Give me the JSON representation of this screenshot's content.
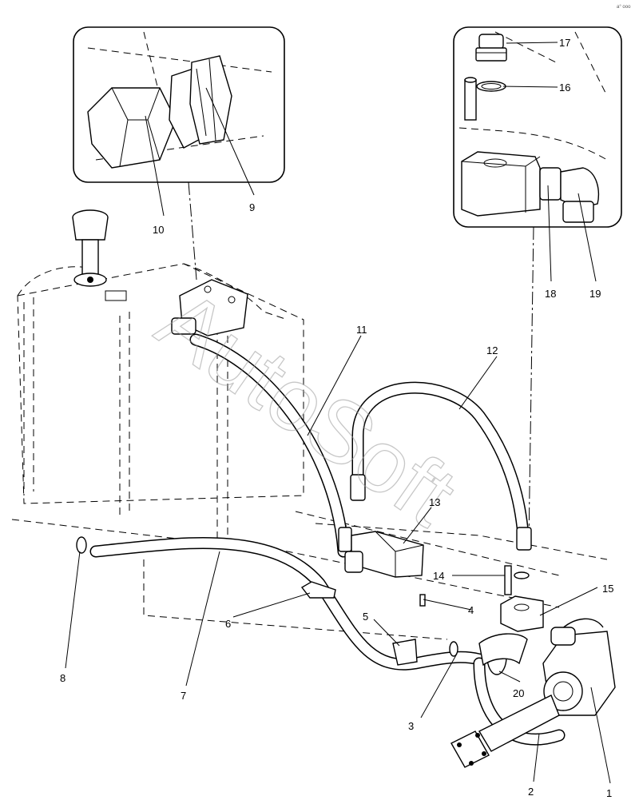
{
  "callouts": {
    "c1": "1",
    "c2": "2",
    "c3": "3",
    "c4": "4",
    "c5": "5",
    "c6": "6",
    "c7": "7",
    "c8": "8",
    "c9": "9",
    "c10": "10",
    "c11": "11",
    "c12": "12",
    "c13": "13",
    "c14": "14",
    "c15": "15",
    "c16": "16",
    "c17": "17",
    "c18": "18",
    "c19": "19",
    "c20": "20"
  },
  "watermark": "AutoSoft",
  "corner_mark": "a° ooo"
}
